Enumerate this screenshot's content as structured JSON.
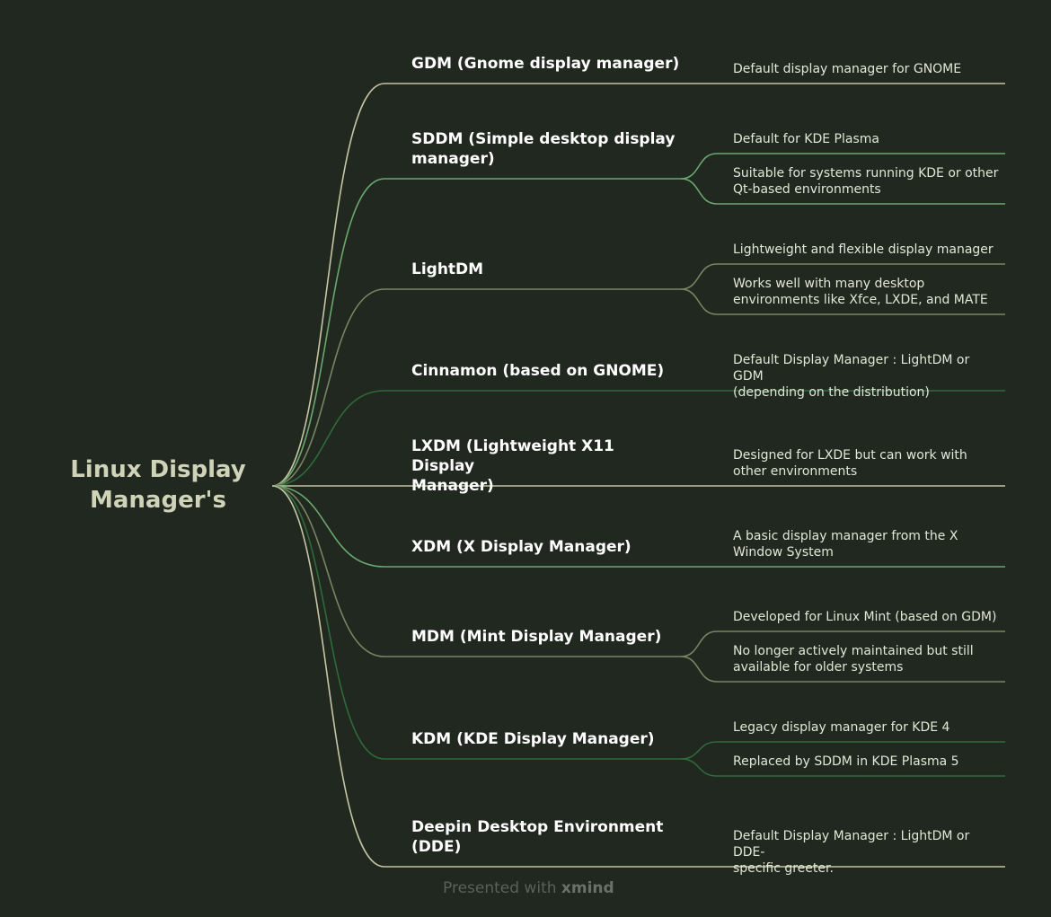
{
  "root": {
    "title": "Linux Display\nManager's"
  },
  "branches": [
    {
      "label": "GDM (Gnome display manager)",
      "color": "#c4c6a4",
      "children": [
        "Default display manager for GNOME"
      ]
    },
    {
      "label": "SDDM (Simple desktop display\nmanager)",
      "color": "#6aa86e",
      "children": [
        "Default for KDE Plasma",
        "Suitable for systems running KDE or other\nQt-based environments"
      ]
    },
    {
      "label": "LightDM",
      "color": "#7a8462",
      "children": [
        "Lightweight and flexible display manager",
        "Works well with many desktop\nenvironments like Xfce, LXDE, and MATE"
      ]
    },
    {
      "label": "Cinnamon (based on GNOME)",
      "color": "#2f6a3a",
      "children": [
        "Default Display Manager : LightDM or GDM\n(depending on the distribution)"
      ]
    },
    {
      "label": "LXDM (Lightweight X11 Display\nManager)",
      "color": "#c4c6a4",
      "children": [
        "Designed for LXDE but can work with\nother environments"
      ]
    },
    {
      "label": "XDM (X Display Manager)",
      "color": "#6aa86e",
      "children": [
        "A basic display manager from the X\nWindow System"
      ]
    },
    {
      "label": "MDM (Mint Display Manager)",
      "color": "#7a8462",
      "children": [
        "Developed for Linux Mint (based on GDM)",
        "No longer actively maintained but still\navailable for older systems"
      ]
    },
    {
      "label": "KDM (KDE Display Manager)",
      "color": "#2f6a3a",
      "children": [
        "Legacy display manager for KDE 4",
        "Replaced by SDDM in KDE Plasma 5"
      ]
    },
    {
      "label": "Deepin Desktop Environment\n(DDE)",
      "color": "#c4c6a4",
      "children": [
        "Default Display Manager : LightDM or DDE-\nspecific greeter."
      ]
    }
  ],
  "footer": {
    "prefix": "Presented with",
    "brand": "xmind"
  }
}
